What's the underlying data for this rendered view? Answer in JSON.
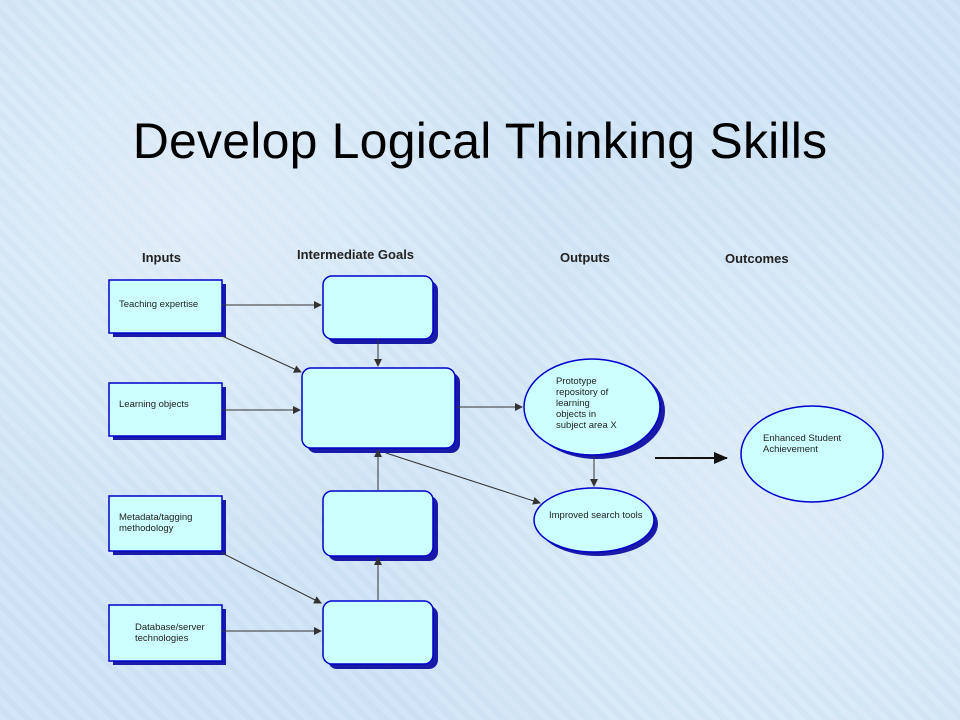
{
  "title": "Develop Logical Thinking Skills",
  "columns": {
    "inputs": "Inputs",
    "intermediate_goals": "Intermediate Goals",
    "outputs": "Outputs",
    "outcomes": "Outcomes"
  },
  "inputs": [
    {
      "label": "Teaching expertise"
    },
    {
      "label": "Learning objects"
    },
    {
      "label": "Metadata/tagging methodology"
    },
    {
      "label": "Database/server technologies"
    }
  ],
  "outputs": [
    {
      "label": "Prototype repository of learning objects in subject area X"
    },
    {
      "label": "Improved search tools"
    }
  ],
  "outcomes": [
    {
      "label": "Enhanced Student Achievement"
    }
  ],
  "colors": {
    "box_fill": "#ccffff",
    "ellipse_fill": "#ccffff",
    "box_stroke": "#0000cc",
    "shadow": "#1a1aa8",
    "arrow": "#333333"
  }
}
